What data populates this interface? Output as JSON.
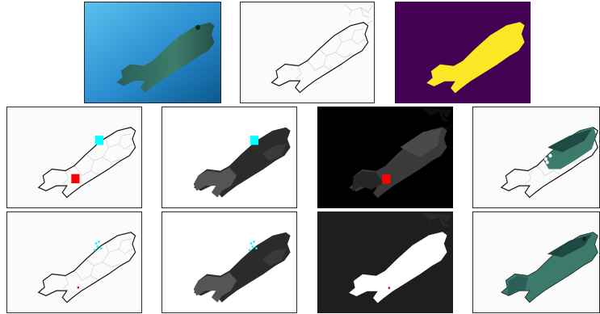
{
  "figure": {
    "colors": {
      "water_light": "#43a8e0",
      "water_dark": "#0b5a8e",
      "fish_body": "#2f6f62",
      "fish_dark": "#1f4a44",
      "mask_background": "#440154",
      "mask_foreground": "#fde725",
      "seed_foreground": "#00ffff",
      "seed_background": "#ff0000",
      "superpixel_dark": "#2b2b2b",
      "superpixel_mid": "#4a4a4a",
      "superpixel_light": "#5d5d5d",
      "outline": "#111111",
      "edges": "#d0d0d0",
      "white_region": "#ffffff",
      "dark_bg": "#222222",
      "black_bg": "#000000"
    },
    "rows": [
      {
        "row": "top",
        "panels": [
          "input-photo",
          "superpixel-edges",
          "ground-truth-mask"
        ]
      },
      {
        "row": "middle",
        "panels": [
          "box-seeds-on-edges",
          "box-seeds-on-region-means",
          "box-seeds-on-distance-map",
          "partial-cutout-result"
        ]
      },
      {
        "row": "bottom",
        "panels": [
          "scribble-seeds-on-edges",
          "scribble-seeds-on-region-means",
          "binary-segmentation-result",
          "full-cutout-result"
        ]
      }
    ]
  }
}
